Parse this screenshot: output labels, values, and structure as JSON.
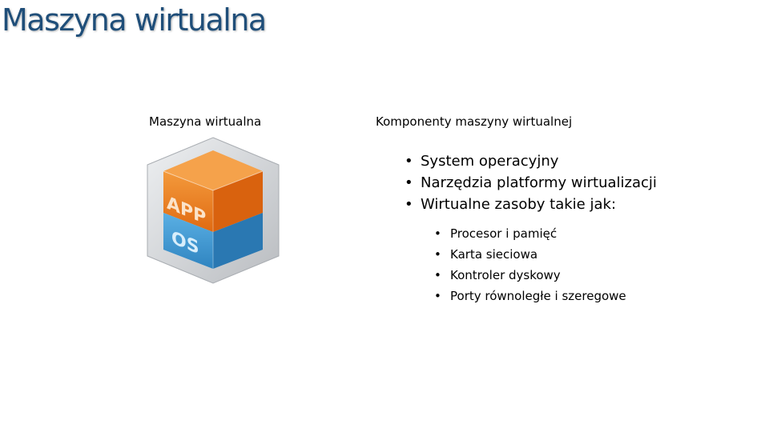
{
  "slide": {
    "title": "Maszyna wirtualna",
    "left_heading": "Maszyna wirtualna",
    "right_heading": "Komponenty maszyny wirtualnej",
    "cube": {
      "top_label": "APP",
      "bottom_label": "OS",
      "colors": {
        "orange": "#E8731A",
        "blue": "#3E95CE",
        "frame": "#C8CBCF"
      }
    },
    "components": [
      "System operacyjny",
      "Narzędzia platformy wirtualizacji",
      "Wirtualne zasoby takie jak:"
    ],
    "resources": [
      "Procesor i pamięć",
      "Karta sieciowa",
      "Kontroler dyskowy",
      "Porty równoległe i szeregowe"
    ]
  },
  "colors": {
    "title": "#1F4E79"
  }
}
